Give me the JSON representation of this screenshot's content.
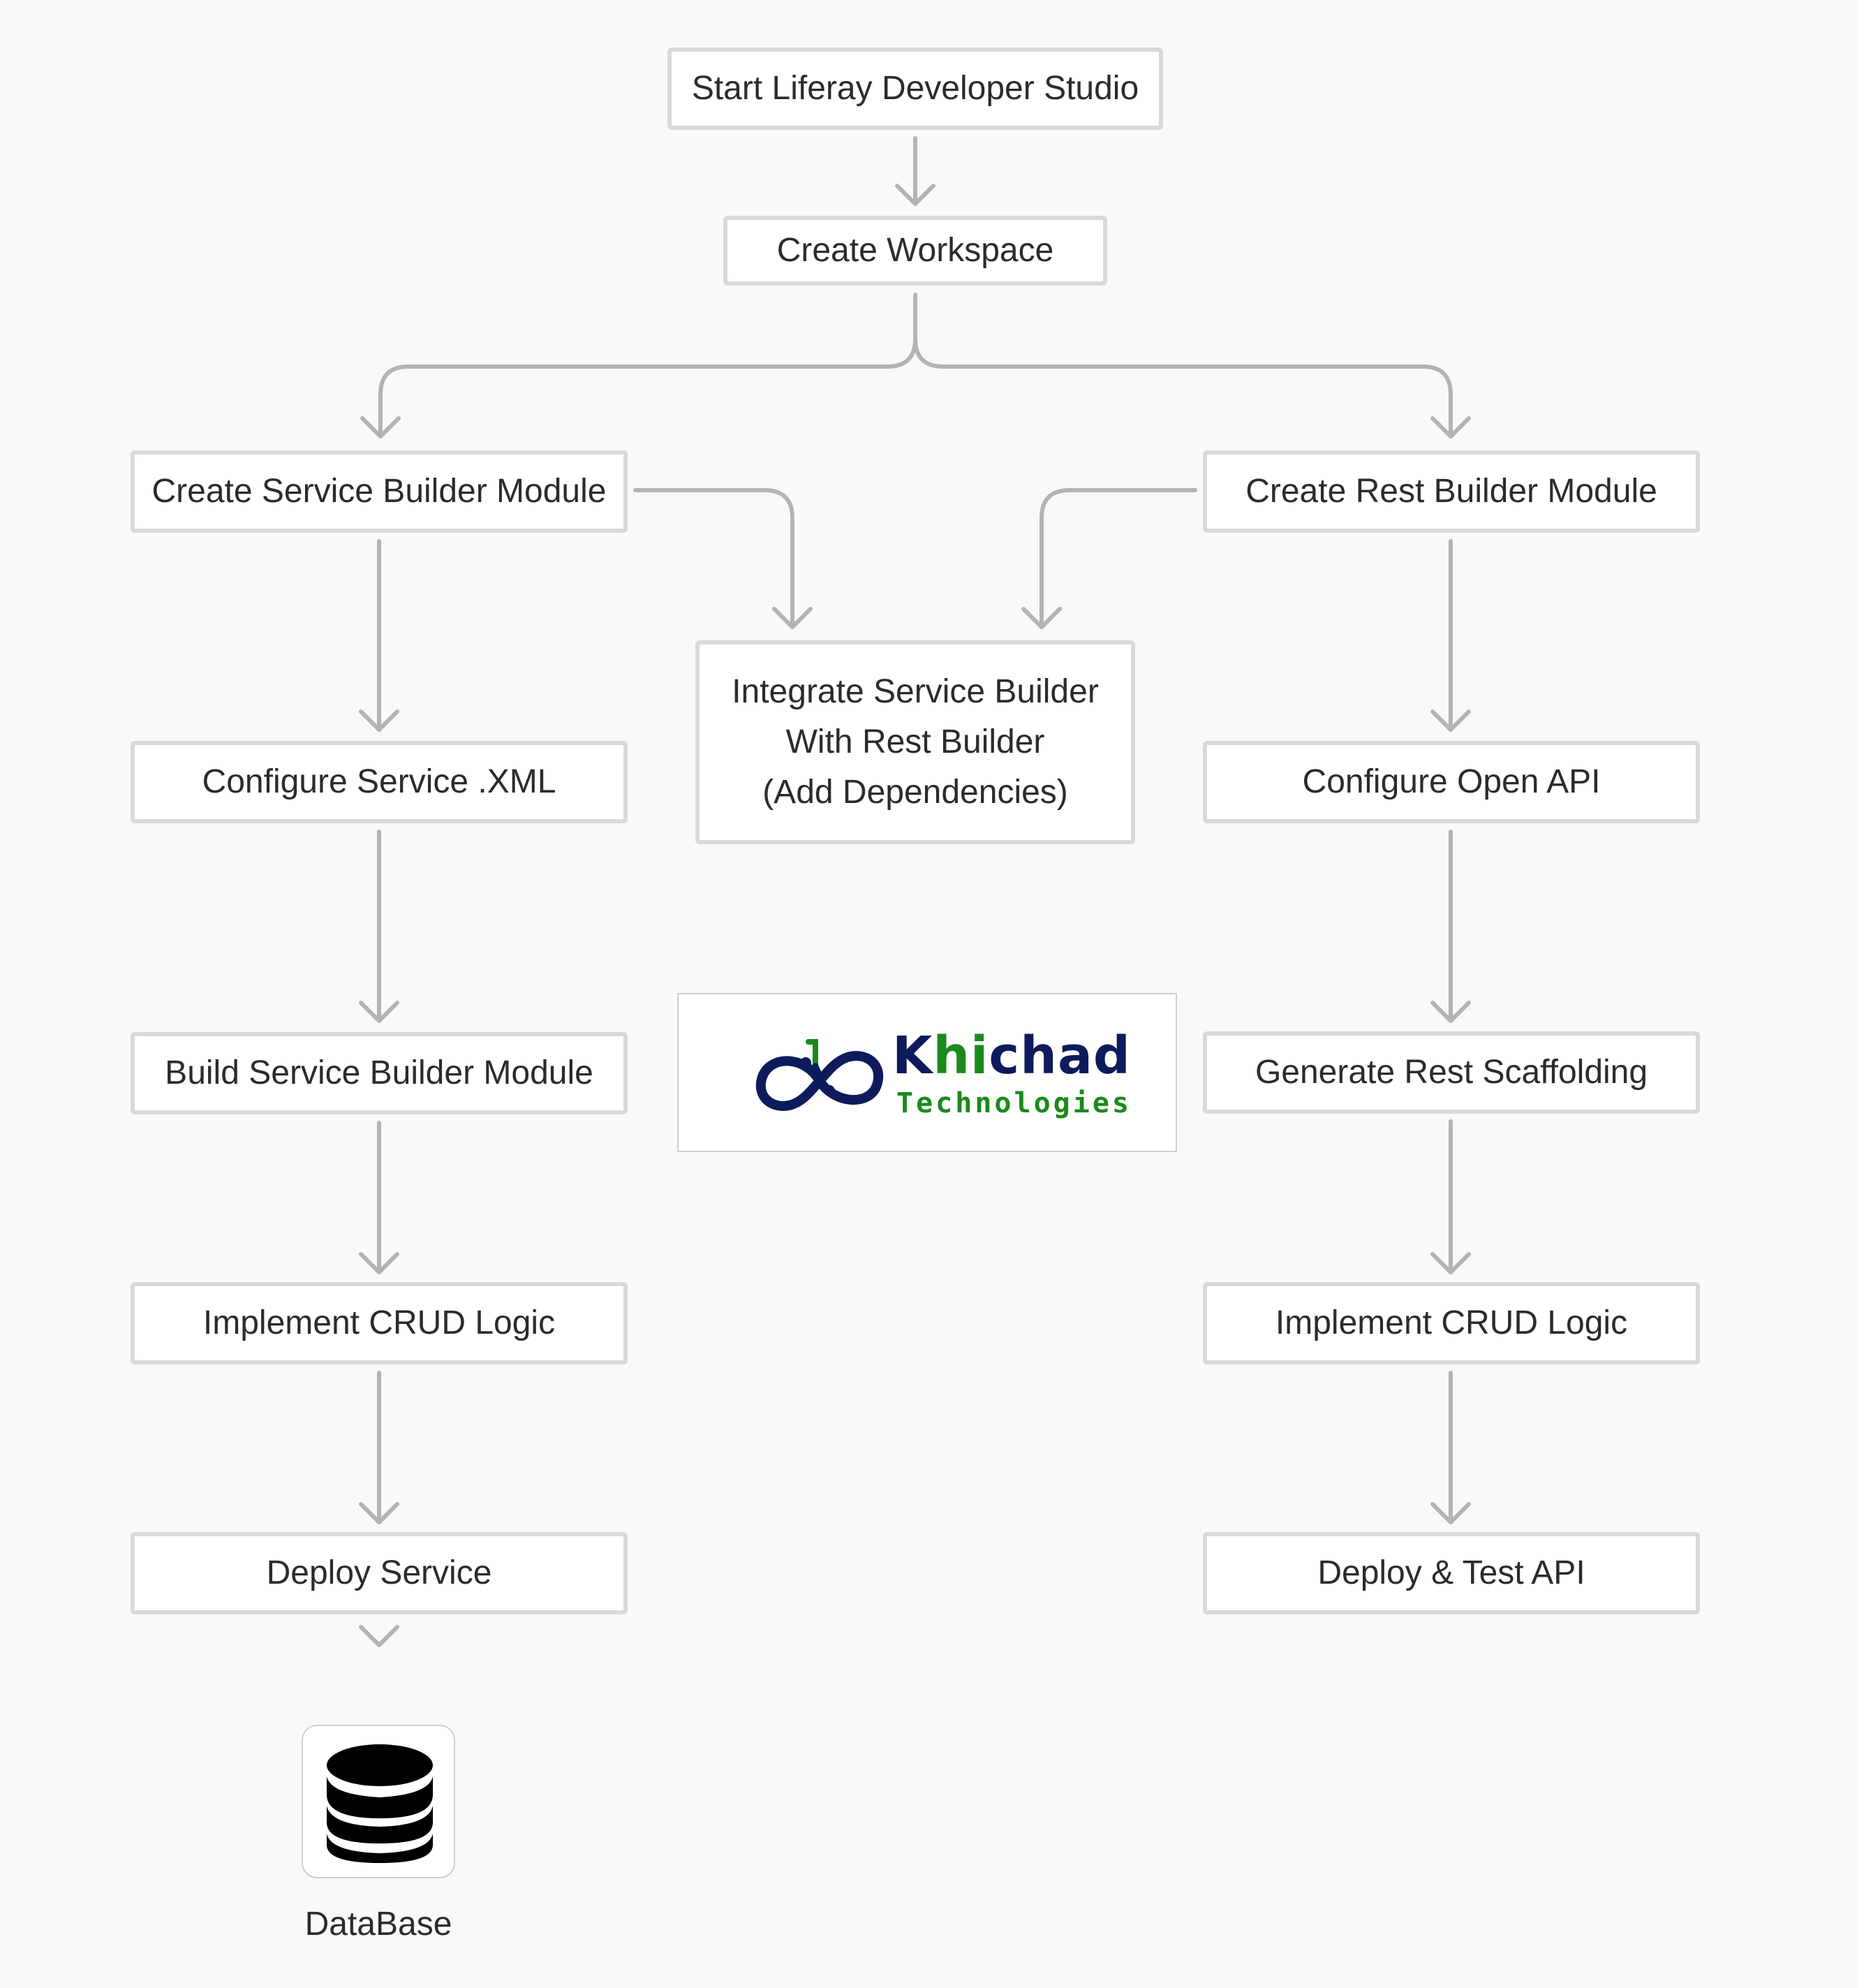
{
  "diagram": {
    "nodes": {
      "start": "Start Liferay Developer Studio",
      "workspace": "Create Workspace",
      "service_module": "Create Service Builder Module",
      "rest_module": "Create Rest Builder Module",
      "integrate_line1": "Integrate Service Builder",
      "integrate_line2": "With Rest Builder",
      "integrate_line3": "(Add Dependencies)",
      "configure_service": "Configure Service .XML",
      "configure_openapi": "Configure Open API",
      "build_service": "Build Service Builder Module",
      "generate_rest": "Generate Rest Scaffolding",
      "crud_left": "Implement CRUD Logic",
      "crud_right": "Implement CRUD Logic",
      "deploy_service": "Deploy Service",
      "deploy_api": "Deploy & Test API"
    },
    "database_label": "DataBase",
    "logo": {
      "name_prefix": "K",
      "name_highlight": "hi",
      "name_suffix": "chad",
      "tagline": "Technologies"
    }
  }
}
